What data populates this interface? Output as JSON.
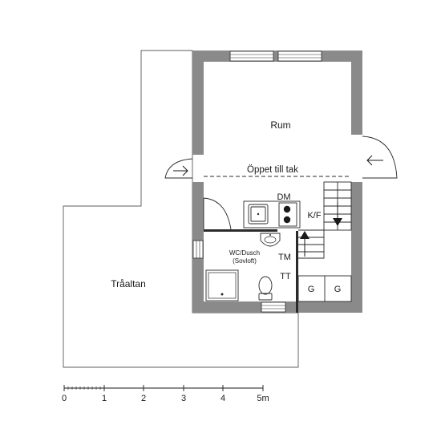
{
  "rooms": {
    "main_room": "Rum",
    "open_ceiling": "Öppet till tak",
    "dishwasher": "DM",
    "fridge_freezer": "K/F",
    "bathroom_line1": "WC/Dusch",
    "bathroom_line2": "(Sovloft)",
    "washing_machine": "TM",
    "tumble_dryer": "TT",
    "closet_left": "G",
    "closet_right": "G",
    "deck": "Tråaltan"
  },
  "scale_bar": {
    "ticks": [
      "0",
      "1",
      "2",
      "3",
      "4",
      "5m"
    ]
  }
}
